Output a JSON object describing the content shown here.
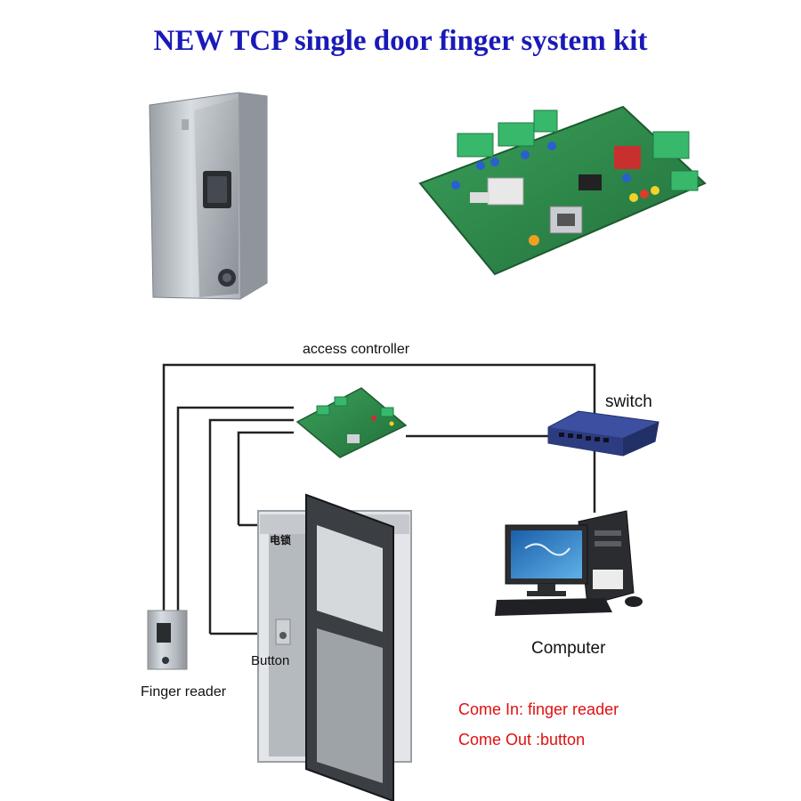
{
  "title": "NEW TCP single door finger system kit",
  "labels": {
    "access_controller": "access controller",
    "switch": "switch",
    "computer": "Computer",
    "finger_reader": "Finger reader",
    "button": "Button",
    "lock": "电锁"
  },
  "notes": {
    "come_in": "Come In: finger reader",
    "come_out": "Come Out :button"
  },
  "colors": {
    "title": "#1a1ab8",
    "note": "#e01010",
    "pcb": "#2e8a4a",
    "wire": "#222222"
  }
}
